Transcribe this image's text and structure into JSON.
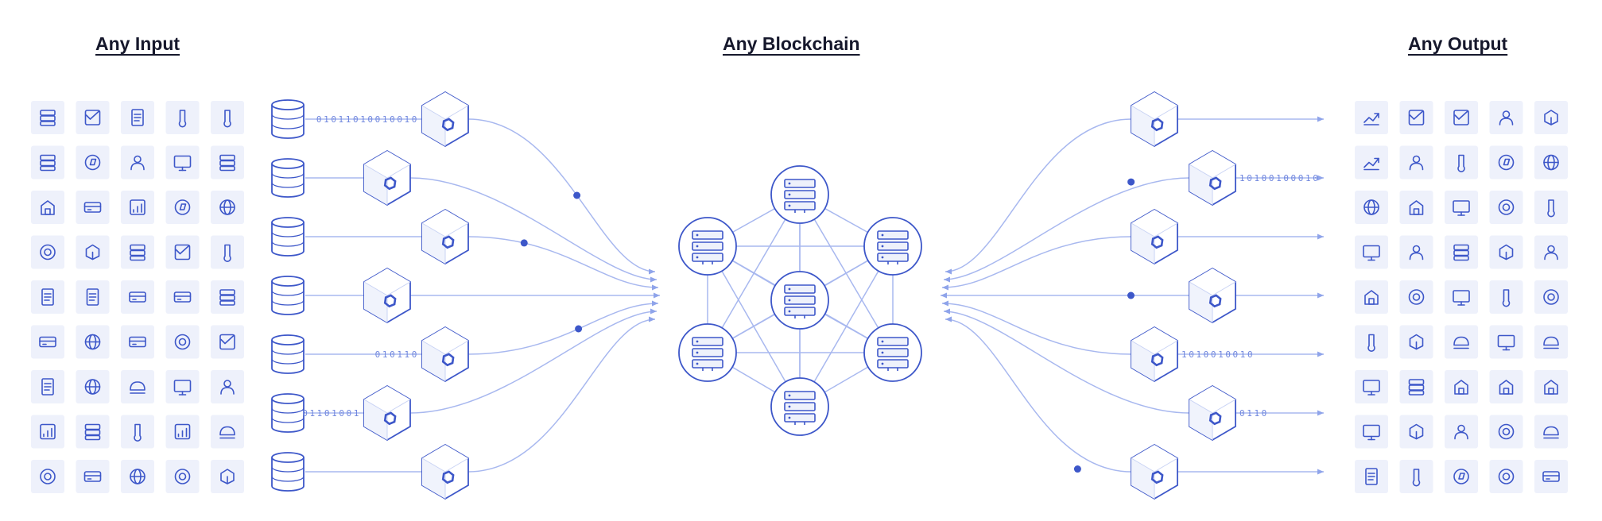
{
  "headings": {
    "input": "Any Input",
    "blockchain": "Any Blockchain",
    "output": "Any Output"
  },
  "colors": {
    "accent": "#3d57c9",
    "line": "#a8b8ef",
    "tile": "#eef1fb",
    "heading": "#16182c"
  },
  "input_icons": [
    [
      "chart-icon",
      "dollar-coin-icon",
      "spreadsheet-icon",
      "growth-chart-icon",
      "compass-icon"
    ],
    [
      "solar-panel-icon",
      "car-icon",
      "gavel-icon",
      "document-edit-icon",
      "bridge-icon"
    ],
    [
      "thermometer-icon",
      "users-icon",
      "person-badge-icon",
      "delivery-truck-icon",
      "rain-cloud-icon"
    ],
    [
      "globe-truck-icon",
      "telescope-icon",
      "binary-person-icon",
      "cart-icon",
      "storefront-icon"
    ],
    [
      "basketball-hoop-icon",
      "dollar-tag-icon",
      "wind-turbine-icon",
      "battery-icon",
      "satellite-icon"
    ],
    [
      "contract-sign-icon",
      "person-laptop-icon",
      "sun-icon",
      "football-icon",
      "stethoscope-icon"
    ],
    [
      "globe-shield-icon",
      "atom-icon",
      "soccer-ball-icon",
      "database-sync-icon",
      "irrigation-icon"
    ],
    [
      "map-pin-icon",
      "bitcoin-hand-icon",
      "monitor-upload-icon",
      "oil-rig-icon",
      "factory-icon"
    ],
    [
      "temperature-icon",
      "code-window-icon",
      "heart-pulse-icon",
      "card-reader-icon",
      "id-person-icon"
    ]
  ],
  "output_icons": [
    [
      "city-icon",
      "laptop-card-icon",
      "dollar-icon",
      "bank-coin-icon",
      "server-icon"
    ],
    [
      "globe-lock-icon",
      "card-check-icon",
      "ethereum-icon",
      "terminal-icon",
      "bank-icon"
    ],
    [
      "document-search-icon",
      "rocket-icon",
      "checklist-icon",
      "globe-icon",
      "euro-icon"
    ],
    [
      "cloud-lock-icon",
      "bitcoin-icon",
      "monitor-chart-icon",
      "globe-building-icon",
      "capitol-icon"
    ],
    [
      "database-icon",
      "bank-columns-icon",
      "tether-icon",
      "wallet-icon",
      "server-stack-icon"
    ],
    [
      "factory-gear-icon",
      "blocks-icon",
      "gears-icon",
      "cardano-icon",
      "skyscraper-icon"
    ],
    [
      "monitor-check-icon",
      "museum-icon",
      "government-icon",
      "pound-icon",
      "terminal-dollar-icon"
    ],
    [
      "chip-icon",
      "yen-icon",
      "server-rack-icon",
      "tower-icon",
      "antenna-icon"
    ],
    [
      "plug-lock-icon",
      "globe-coin-icon",
      "hard-drive-icon",
      "window-list-icon",
      "coins-stack-icon"
    ]
  ],
  "left_rows": [
    {
      "hex": "far",
      "bits": "01011010010010",
      "dot": "mid"
    },
    {
      "hex": "near",
      "bits": "",
      "dot": ""
    },
    {
      "hex": "far",
      "bits": "",
      "dot": "near"
    },
    {
      "hex": "near",
      "bits": "",
      "dot": ""
    },
    {
      "hex": "far",
      "bits": "010110",
      "dot": "mid"
    },
    {
      "hex": "near",
      "bits": "01101001",
      "dot": ""
    },
    {
      "hex": "far",
      "bits": "",
      "dot": ""
    }
  ],
  "right_rows": [
    {
      "hex": "near",
      "bits": "",
      "dot": ""
    },
    {
      "hex": "far",
      "bits": "10100100010",
      "dot": "near"
    },
    {
      "hex": "near",
      "bits": "",
      "dot": ""
    },
    {
      "hex": "far",
      "bits": "",
      "dot": "near"
    },
    {
      "hex": "near",
      "bits": "1010010010",
      "dot": ""
    },
    {
      "hex": "far",
      "bits": "0110",
      "dot": ""
    },
    {
      "hex": "near",
      "bits": "",
      "dot": "mid"
    }
  ],
  "network": {
    "nodes": [
      "top",
      "upper-left",
      "upper-right",
      "center",
      "lower-left",
      "lower-right",
      "bottom"
    ]
  }
}
